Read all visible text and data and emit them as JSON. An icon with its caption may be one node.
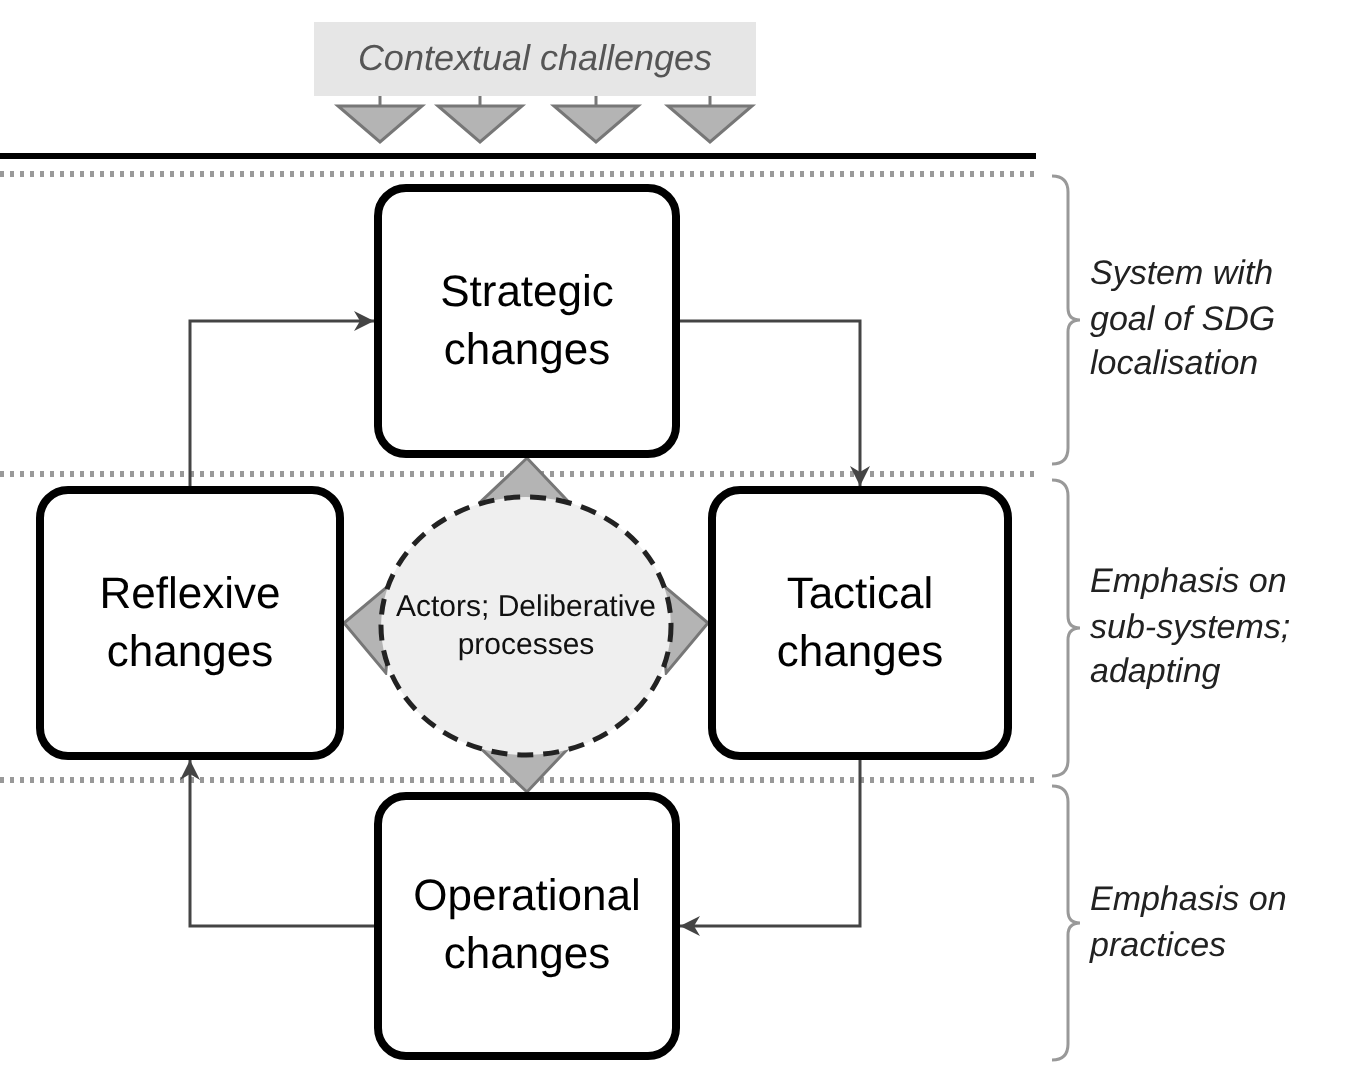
{
  "diagram": {
    "nodes": [
      {
        "text": [
          "Contextual challenges"
        ]
      },
      {
        "text": [
          "Strategic changes"
        ]
      },
      {
        "text": [
          "Reflexive changes"
        ]
      },
      {
        "text": [
          "Actors; Deliberative processes"
        ]
      },
      {
        "text": [
          "Tactical changes"
        ]
      },
      {
        "text": [
          "Operational changes"
        ]
      }
    ],
    "edges": [
      {
        "from": 2,
        "to": 1,
        "arrow": "to"
      },
      {
        "from": 1,
        "to": 4,
        "arrow": "to"
      },
      {
        "from": 4,
        "to": 5,
        "arrow": "to"
      },
      {
        "from": 5,
        "to": 2,
        "arrow": "to"
      },
      {
        "from": 3,
        "to": 1,
        "arrow": "to"
      },
      {
        "from": 3,
        "to": 2,
        "arrow": "to"
      },
      {
        "from": 3,
        "to": 4,
        "arrow": "to"
      },
      {
        "from": 3,
        "to": 5,
        "arrow": "to"
      },
      {
        "from": 0,
        "to": null,
        "arrow": "to"
      },
      {
        "from": 0,
        "to": null,
        "arrow": "to"
      },
      {
        "from": 0,
        "to": null,
        "arrow": "to"
      },
      {
        "from": 0,
        "to": null,
        "arrow": "to"
      }
    ],
    "labels": [
      "System with goal of SDG localisation",
      "Emphasis on sub-systems; adapting",
      "Emphasis on practices"
    ]
  }
}
